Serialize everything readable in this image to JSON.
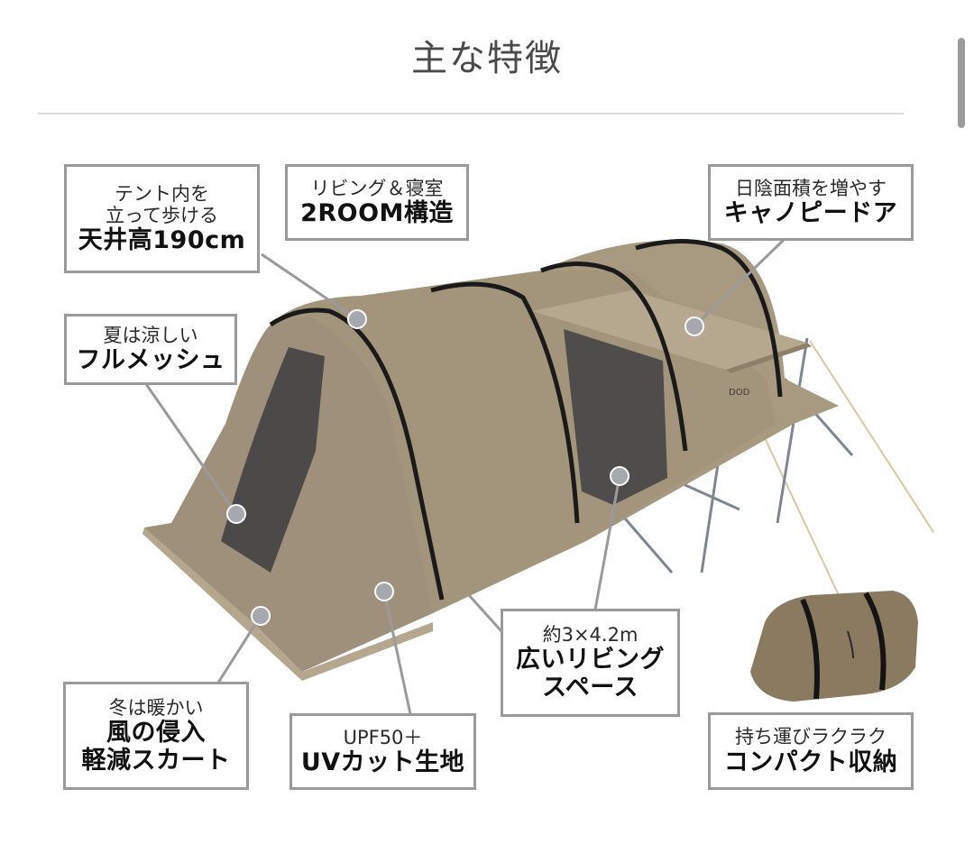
{
  "header": {
    "title": "主な特徴"
  },
  "colors": {
    "tent_fabric": "#a89a80",
    "tent_shadow": "#8e8068",
    "mesh": "#4a4a4a",
    "pole": "#1a1a1a",
    "callout_border": "#9a9a9a",
    "callout_dot": "#a5a8ad",
    "bag_fabric": "#8a7a60"
  },
  "figure": {
    "product": "tent",
    "brand_logo": "DOD",
    "callouts": [
      {
        "id": "ceiling-height",
        "lines": [
          "テント内を",
          "立って歩ける"
        ],
        "headline": [
          "天井高190cm"
        ]
      },
      {
        "id": "two-room",
        "lines": [
          "リビング＆寝室"
        ],
        "headline": [
          "2ROOM構造"
        ]
      },
      {
        "id": "canopy-door",
        "lines": [
          "日陰面積を増やす"
        ],
        "headline": [
          "キャノピードア"
        ]
      },
      {
        "id": "full-mesh",
        "lines": [
          "夏は涼しい"
        ],
        "headline": [
          "フルメッシュ"
        ]
      },
      {
        "id": "skirt",
        "lines": [
          "冬は暖かい"
        ],
        "headline": [
          "風の侵入",
          "軽減スカート"
        ]
      },
      {
        "id": "uv-cut",
        "lines": [
          "UPF50＋"
        ],
        "headline": [
          "UVカット生地"
        ]
      },
      {
        "id": "living-space",
        "lines": [
          "約3×4.2m"
        ],
        "headline": [
          "広いリビング",
          "スペース"
        ]
      },
      {
        "id": "compact",
        "lines": [
          "持ち運びラクラク"
        ],
        "headline": [
          "コンパクト収納"
        ]
      }
    ]
  }
}
